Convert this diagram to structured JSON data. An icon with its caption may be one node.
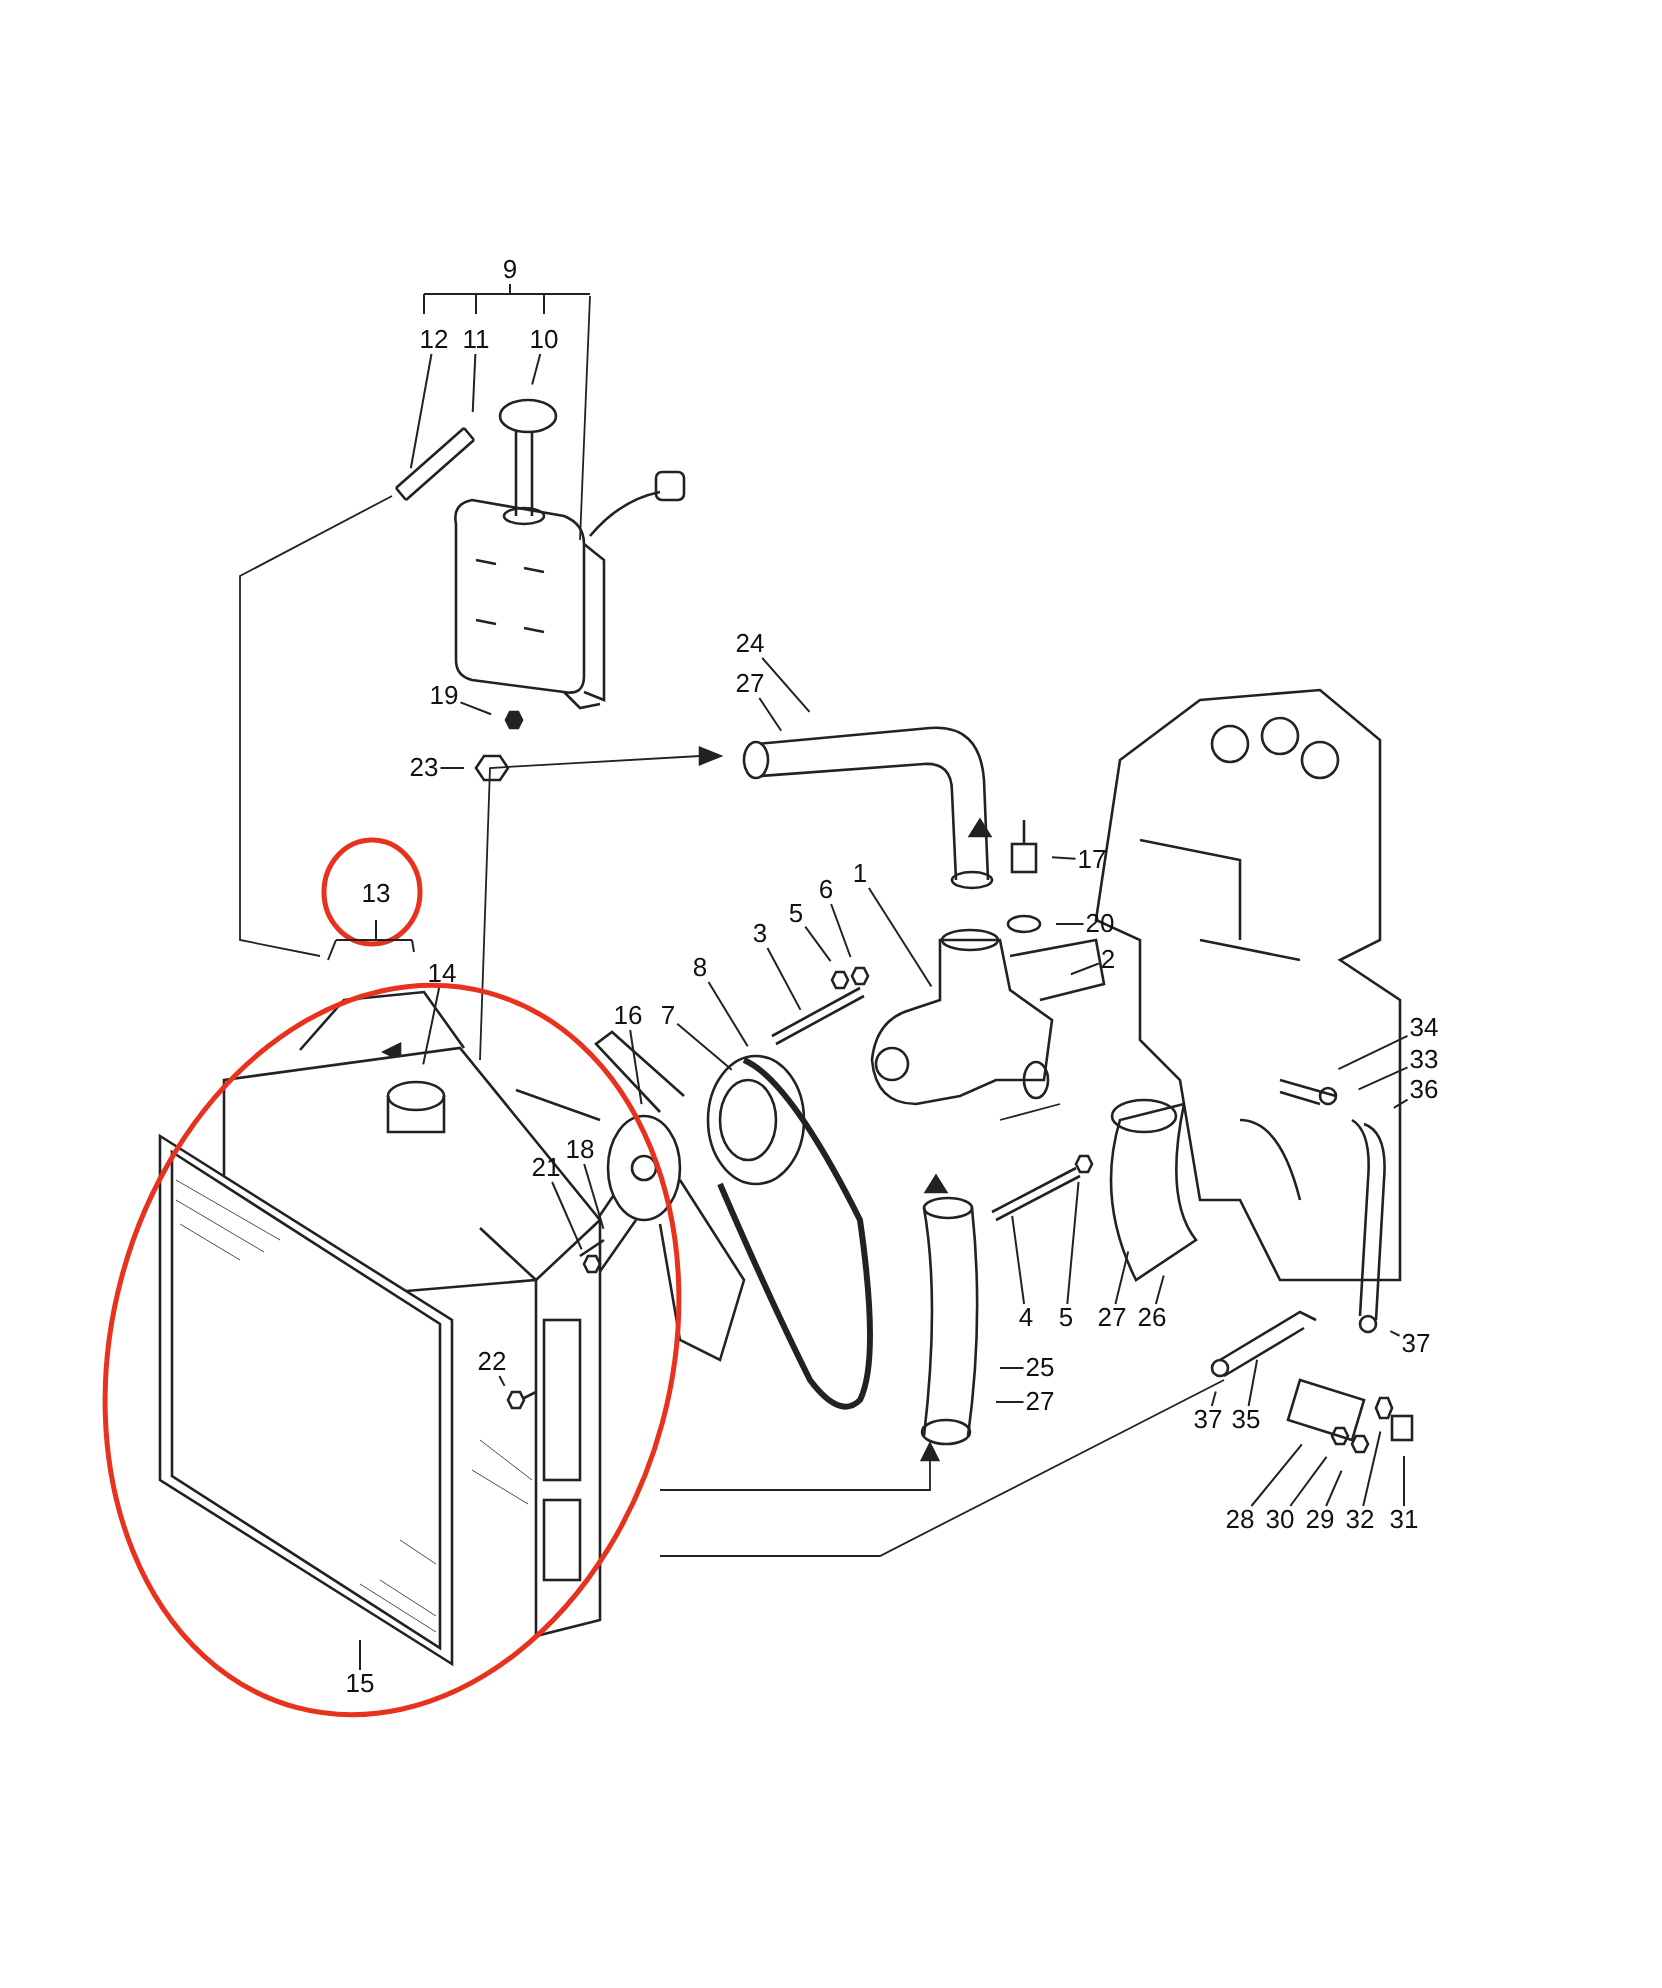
{
  "diagram": {
    "nodes": [
      {
        "text": [
          "9"
        ]
      },
      {
        "text": [
          "12"
        ]
      },
      {
        "text": [
          "11"
        ]
      },
      {
        "text": [
          "10"
        ]
      },
      {
        "text": [
          "24"
        ]
      },
      {
        "text": [
          "27"
        ]
      },
      {
        "text": [
          "19"
        ]
      },
      {
        "text": [
          "23"
        ]
      },
      {
        "text": [
          "17"
        ]
      },
      {
        "text": [
          "1"
        ]
      },
      {
        "text": [
          "6"
        ]
      },
      {
        "text": [
          "5"
        ]
      },
      {
        "text": [
          "3"
        ]
      },
      {
        "text": [
          "20"
        ]
      },
      {
        "text": [
          "2"
        ]
      },
      {
        "text": [
          "13"
        ]
      },
      {
        "text": [
          "8"
        ]
      },
      {
        "text": [
          "14"
        ]
      },
      {
        "text": [
          "16"
        ]
      },
      {
        "text": [
          "7"
        ]
      },
      {
        "text": [
          "34"
        ]
      },
      {
        "text": [
          "33"
        ]
      },
      {
        "text": [
          "36"
        ]
      },
      {
        "text": [
          "18"
        ]
      },
      {
        "text": [
          "21"
        ]
      },
      {
        "text": [
          "4"
        ]
      },
      {
        "text": [
          "5"
        ]
      },
      {
        "text": [
          "27"
        ]
      },
      {
        "text": [
          "26"
        ]
      },
      {
        "text": [
          "25"
        ]
      },
      {
        "text": [
          "27"
        ]
      },
      {
        "text": [
          "37"
        ]
      },
      {
        "text": [
          "22"
        ]
      },
      {
        "text": [
          "37"
        ]
      },
      {
        "text": [
          "35"
        ]
      },
      {
        "text": [
          "28"
        ]
      },
      {
        "text": [
          "30"
        ]
      },
      {
        "text": [
          "29"
        ]
      },
      {
        "text": [
          "32"
        ]
      },
      {
        "text": [
          "31"
        ]
      },
      {
        "text": [
          "15"
        ]
      }
    ],
    "edges": [
      {
        "from": 1,
        "to": null,
        "arrow": "none"
      },
      {
        "from": 2,
        "to": null,
        "arrow": "none"
      },
      {
        "from": 3,
        "to": null,
        "arrow": "none"
      },
      {
        "from": 4,
        "to": null,
        "arrow": "none"
      },
      {
        "from": 5,
        "to": null,
        "arrow": "none"
      },
      {
        "from": 6,
        "to": null,
        "arrow": "none"
      },
      {
        "from": 7,
        "to": null,
        "arrow": "none"
      },
      {
        "from": 8,
        "to": null,
        "arrow": "none"
      },
      {
        "from": 9,
        "to": null,
        "arrow": "none"
      },
      {
        "from": 10,
        "to": null,
        "arrow": "none"
      },
      {
        "from": 11,
        "to": null,
        "arrow": "none"
      },
      {
        "from": 12,
        "to": null,
        "arrow": "none"
      },
      {
        "from": 13,
        "to": null,
        "arrow": "none"
      },
      {
        "from": 14,
        "to": null,
        "arrow": "none"
      },
      {
        "from": 16,
        "to": null,
        "arrow": "none"
      },
      {
        "from": 17,
        "to": null,
        "arrow": "none"
      },
      {
        "from": 18,
        "to": null,
        "arrow": "none"
      },
      {
        "from": 19,
        "to": null,
        "arrow": "none"
      },
      {
        "from": 20,
        "to": null,
        "arrow": "none"
      },
      {
        "from": 21,
        "to": null,
        "arrow": "none"
      },
      {
        "from": 22,
        "to": null,
        "arrow": "none"
      },
      {
        "from": 23,
        "to": null,
        "arrow": "none"
      },
      {
        "from": 24,
        "to": null,
        "arrow": "none"
      },
      {
        "from": 25,
        "to": null,
        "arrow": "none"
      },
      {
        "from": 26,
        "to": null,
        "arrow": "none"
      },
      {
        "from": 27,
        "to": null,
        "arrow": "none"
      },
      {
        "from": 28,
        "to": null,
        "arrow": "none"
      },
      {
        "from": 29,
        "to": null,
        "arrow": "none"
      },
      {
        "from": 30,
        "to": null,
        "arrow": "none"
      },
      {
        "from": 31,
        "to": null,
        "arrow": "none"
      },
      {
        "from": 32,
        "to": null,
        "arrow": "none"
      },
      {
        "from": 33,
        "to": null,
        "arrow": "none"
      },
      {
        "from": 34,
        "to": null,
        "arrow": "none"
      },
      {
        "from": 35,
        "to": null,
        "arrow": "none"
      },
      {
        "from": 36,
        "to": null,
        "arrow": "none"
      },
      {
        "from": 37,
        "to": null,
        "arrow": "none"
      },
      {
        "from": 38,
        "to": null,
        "arrow": "none"
      },
      {
        "from": 39,
        "to": null,
        "arrow": "none"
      },
      {
        "from": 40,
        "to": null,
        "arrow": "none"
      }
    ]
  }
}
